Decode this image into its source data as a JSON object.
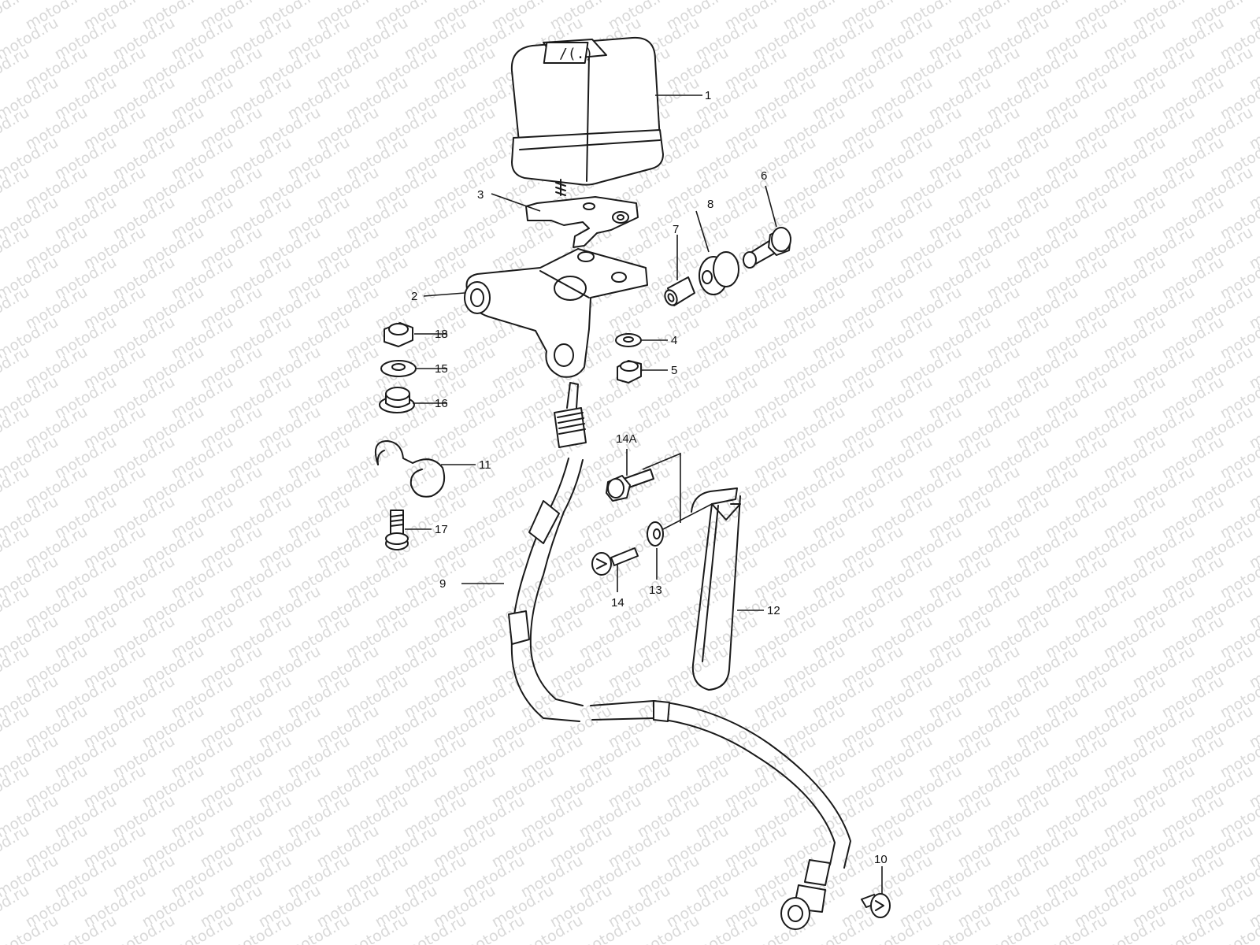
{
  "watermark": {
    "text": "motod.ru"
  },
  "callouts": {
    "c1": "1",
    "c2": "2",
    "c3": "3",
    "c4": "4",
    "c5": "5",
    "c6": "6",
    "c7": "7",
    "c8": "8",
    "c9": "9",
    "c10": "10",
    "c11": "11",
    "c12": "12",
    "c13": "13",
    "c14": "14",
    "c14a": "14A",
    "c15": "15",
    "c16": "16",
    "c17": "17",
    "c18": "18"
  },
  "relay_symbol": "/(.)"
}
